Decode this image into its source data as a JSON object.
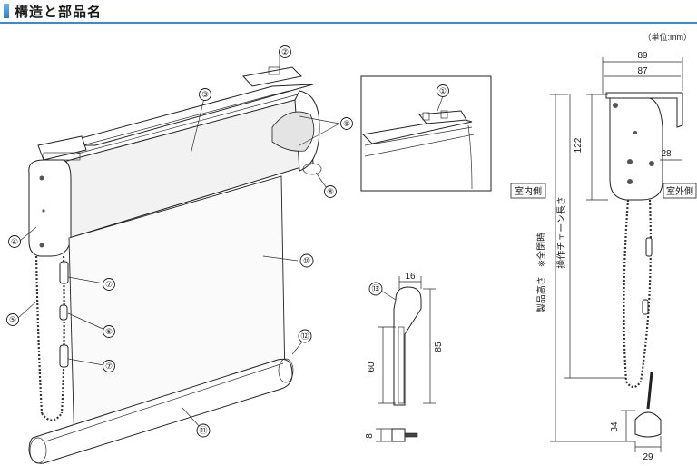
{
  "header": {
    "title": "構造と部品名"
  },
  "unit_note": "（単位:mm）",
  "callouts": [
    "①",
    "②",
    "③",
    "④",
    "⑤",
    "⑥",
    "⑦",
    "⑧",
    "⑨",
    "⑩",
    "⑪",
    "⑫",
    "⑬"
  ],
  "side_view": {
    "label_indoor": "室内側",
    "label_outdoor": "室外側",
    "label_product_height": "製品高さ　※全閉時",
    "label_chain_length": "操作チェーン長さ"
  },
  "dimensions": {
    "width_outer": "89",
    "width_inner": "87",
    "height_head": "122",
    "depth_bracket": "28",
    "weight_height": "34",
    "weight_width": "29",
    "clip_width": "16",
    "clip_height": "85",
    "clip_slot": "60",
    "stopper": "8"
  }
}
